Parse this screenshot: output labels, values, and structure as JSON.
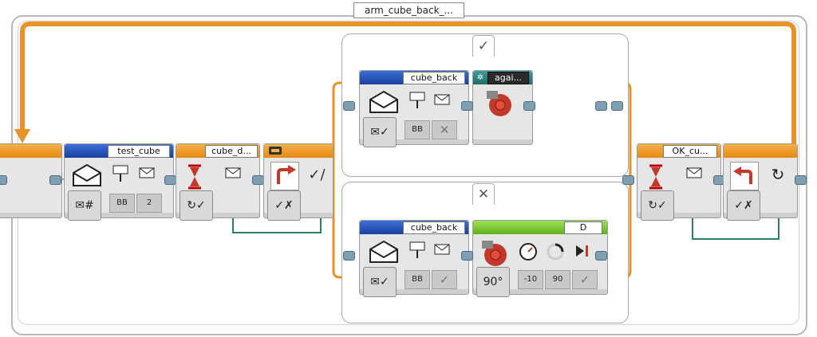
{
  "loop": {
    "title": "arm_cube_back_..."
  },
  "switch": {
    "case_true_symbol": "✓",
    "case_false_symbol": "✕"
  },
  "blocks": {
    "send_test": {
      "label": "test_cube",
      "param1": "BB",
      "param2": "2"
    },
    "wait": {
      "label": "cube_d..."
    },
    "recv_true": {
      "label": "cube_back",
      "param1": "BB"
    },
    "motor_true": {
      "label": "agai..."
    },
    "recv_false": {
      "label": "cube_back",
      "param1": "BB"
    },
    "motor_false": {
      "label": "D",
      "param1": "-10",
      "param2": "90",
      "mode_value": "90°"
    },
    "wait2": {
      "label": "OK_cu..."
    }
  },
  "icons": {
    "envelope": "envelope-icon",
    "hourglass": "hourglass-icon",
    "loop_interrupt": "loop-arrow-icon",
    "motor": "motor-icon",
    "compare": "compare-icon"
  },
  "colors": {
    "flow_orange": "#e58a12",
    "messaging_blue": "#1a3f9e",
    "motor_green": "#5fb21c",
    "data_wire": "#2e7d5b"
  }
}
